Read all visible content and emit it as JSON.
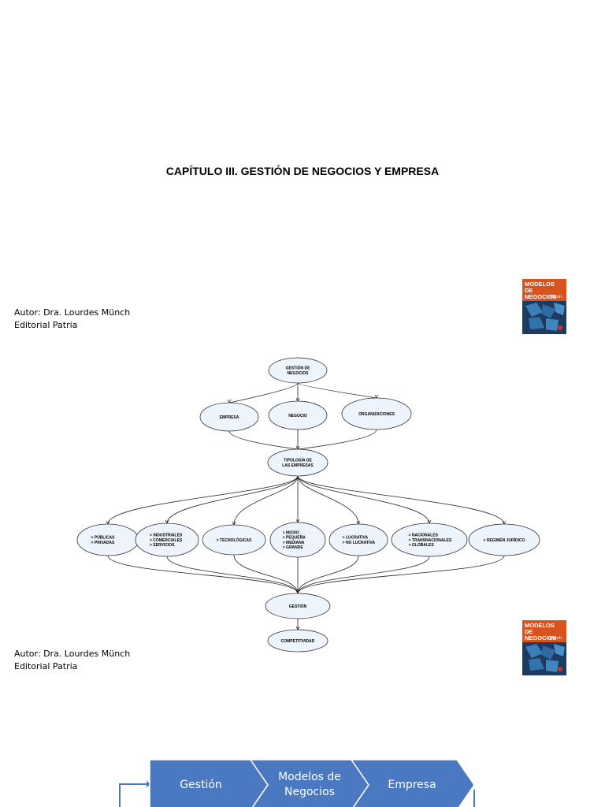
{
  "title": "CAPÍTULO III. GESTIÓN DE NEGOCIOS Y EMPRESA",
  "author_blocks": [
    {
      "author": "Autor: Dra. Lourdes Münch",
      "publisher": "Editorial Patria"
    },
    {
      "author": "Autor: Dra. Lourdes Münch",
      "publisher": "Editorial Patria"
    }
  ],
  "book_cover": {
    "line1": "MODELOS",
    "line2": "DE NEGOCIOS",
    "author": "Münch"
  },
  "diagram": {
    "root": [
      "GESTIÓN DE",
      "NEGOCIOS"
    ],
    "level1": [
      [
        "EMPRESA"
      ],
      [
        "NEGOCIO"
      ],
      [
        "ORGANIZACIONES"
      ]
    ],
    "typology": [
      "TIPOLOGÍA DE",
      "LAS EMPRESAS"
    ],
    "types": [
      [
        "> PÚBLICAS",
        "> PRIVADAS"
      ],
      [
        "> INDUSTRIALES",
        "> COMERCIALES",
        "> SERVICIOS"
      ],
      [
        "> TECNOLÓGICAS"
      ],
      [
        "> MICRO",
        "> PEQUEÑA",
        "> MEDIANA",
        "> GRANDE"
      ],
      [
        "> LUCRATIVA",
        "> NO LUCRATIVA"
      ],
      [
        "> NACIONALES",
        "> TRANSNACIONALES",
        "> GLOBALES"
      ],
      [
        "> REGIMEN JURÍDICO"
      ]
    ],
    "management": [
      "GESTIÓN"
    ],
    "competitiveness": [
      "COMPETITIVIDAD"
    ]
  },
  "flow": {
    "steps": [
      "Gestión",
      "Modelos de|Negocios",
      "Empresa"
    ],
    "color": "#4a78c1"
  }
}
